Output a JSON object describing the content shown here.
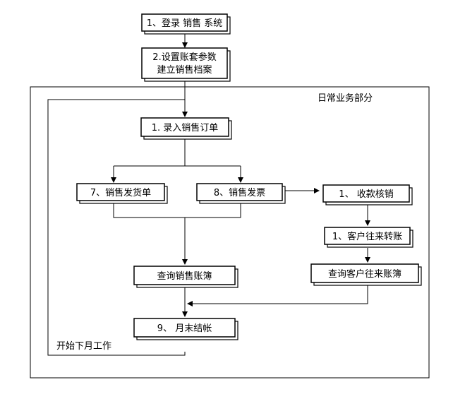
{
  "diagram": {
    "region_label": "日常业务部分",
    "next_month_label": "开始下月工作",
    "boxes": {
      "login": "1、登录 销售 系统",
      "setup_line1": "2.设置账套参数",
      "setup_line2": "建立销售档案",
      "order": "1. 录入销售订单",
      "delivery": "7、销售发货单",
      "invoice": "8、销售发票",
      "receipt": "1、  收款核销",
      "transfer": "1、客户往来转账",
      "query_sales": "查询销售账簿",
      "query_customer": "查询客户往来账簿",
      "month_end": "9、  月末结帐"
    }
  }
}
